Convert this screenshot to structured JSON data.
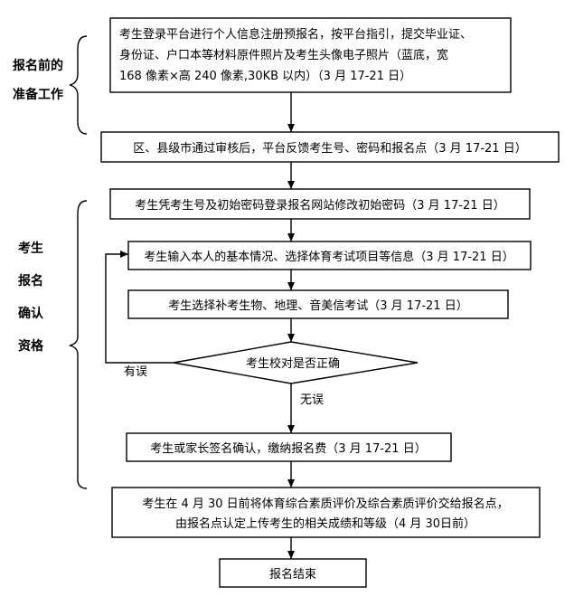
{
  "sections": {
    "prep": [
      "报名前的",
      "准备工作"
    ],
    "confirm": [
      "考生",
      "报名",
      "确认",
      "资格"
    ]
  },
  "steps": {
    "register": [
      "考生登录平台进行个人信息注册预报名，按平台指引，提交毕业证、",
      "身份证、户口本等材料原件照片及考生头像电子照片（蓝底，宽",
      "168 像素×高 240 像素,30KB 以内）（3 月 17-21 日）"
    ],
    "review": "区、县级市通过审核后，平台反馈考生号、密码和报名点（3 月 17-21 日）",
    "login": "考生凭考生号及初始密码登录报名网站修改初始密码（3 月 17-21 日）",
    "input": "考生输入本人的基本情况、选择体育考试项目等信息（3 月 17-21 日）",
    "subjects": "考生选择补考生物、地理、音美信考试（3 月 17-21 日）",
    "check": "考生校对是否正确",
    "sign": "考生或家长签名确认，缴纳报名费（3 月 17-21 日）",
    "submit": [
      "考生在 4 月 30 日前将体育综合素质评价及综合素质评价交给报名点，",
      "由报名点认定上传考生的相关成绩和等级（4 月 30日前）"
    ],
    "end": "报名结束"
  },
  "branches": {
    "error": "有误",
    "ok": "无误"
  }
}
